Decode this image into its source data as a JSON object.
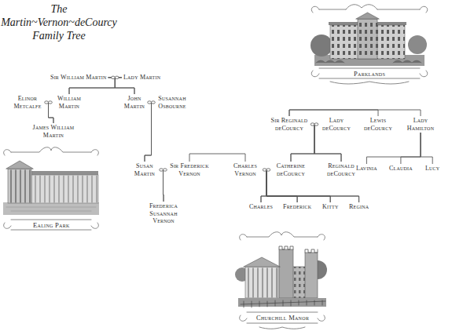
{
  "diagram": {
    "title": "The Martin~Vernon~deCourcy Family Tree",
    "nodes": [
      {
        "text": [
          "Sir William Martin"
        ]
      },
      {
        "text": [
          "Lady Martin"
        ]
      },
      {
        "text": [
          "Elinor Metcalfe"
        ]
      },
      {
        "text": [
          "William Martin"
        ]
      },
      {
        "text": [
          "John Martin"
        ]
      },
      {
        "text": [
          "Susannah Osbourne"
        ]
      },
      {
        "text": [
          "James William Martin"
        ]
      },
      {
        "text": [
          "Susan Martin"
        ]
      },
      {
        "text": [
          "Sir Frederick Vernon"
        ]
      },
      {
        "text": [
          "Frederica Susannah Vernon"
        ]
      },
      {
        "text": [
          "Sir Reginald deCourcy"
        ]
      },
      {
        "text": [
          "Lady deCourcy"
        ]
      },
      {
        "text": [
          "Lewis deCourcy"
        ]
      },
      {
        "text": [
          "Lady Hamilton"
        ]
      },
      {
        "text": [
          "Charles Vernon"
        ]
      },
      {
        "text": [
          "Catherine deCourcy"
        ]
      },
      {
        "text": [
          "Reginald deCourcy"
        ]
      },
      {
        "text": [
          "Lavinia"
        ]
      },
      {
        "text": [
          "Claudia"
        ]
      },
      {
        "text": [
          "Lucy"
        ]
      },
      {
        "text": [
          "Charles"
        ]
      },
      {
        "text": [
          "Frederick"
        ]
      },
      {
        "text": [
          "Kitty"
        ]
      },
      {
        "text": [
          "Regina"
        ]
      }
    ],
    "edges": [
      {
        "from": 0,
        "to": 1,
        "arrow": "none"
      },
      {
        "from": 0,
        "to": 3,
        "arrow": "none"
      },
      {
        "from": 1,
        "to": 3,
        "arrow": "none"
      },
      {
        "from": 0,
        "to": 4,
        "arrow": "none"
      },
      {
        "from": 1,
        "to": 4,
        "arrow": "none"
      },
      {
        "from": 2,
        "to": 3,
        "arrow": "none"
      },
      {
        "from": 2,
        "to": 6,
        "arrow": "none"
      },
      {
        "from": 3,
        "to": 6,
        "arrow": "none"
      },
      {
        "from": 4,
        "to": 5,
        "arrow": "none"
      },
      {
        "from": 4,
        "to": 7,
        "arrow": "none"
      },
      {
        "from": 5,
        "to": 7,
        "arrow": "none"
      },
      {
        "from": 7,
        "to": 8,
        "arrow": "none"
      },
      {
        "from": 7,
        "to": 9,
        "arrow": "none"
      },
      {
        "from": 8,
        "to": 9,
        "arrow": "none"
      },
      {
        "from": 10,
        "to": 11,
        "arrow": "none"
      },
      {
        "from": 10,
        "to": 15,
        "arrow": "none"
      },
      {
        "from": 11,
        "to": 15,
        "arrow": "none"
      },
      {
        "from": 10,
        "to": 16,
        "arrow": "none"
      },
      {
        "from": 11,
        "to": 16,
        "arrow": "none"
      },
      {
        "from": 10,
        "to": 12,
        "arrow": "none"
      },
      {
        "from": 10,
        "to": 13,
        "arrow": "none"
      },
      {
        "from": 13,
        "to": 17,
        "arrow": "none"
      },
      {
        "from": 13,
        "to": 18,
        "arrow": "none"
      },
      {
        "from": 13,
        "to": 19,
        "arrow": "none"
      },
      {
        "from": 8,
        "to": 14,
        "arrow": "none"
      },
      {
        "from": 14,
        "to": 15,
        "arrow": "none"
      },
      {
        "from": 14,
        "to": 20,
        "arrow": "none"
      },
      {
        "from": 15,
        "to": 20,
        "arrow": "none"
      },
      {
        "from": 14,
        "to": 21,
        "arrow": "none"
      },
      {
        "from": 15,
        "to": 21,
        "arrow": "none"
      },
      {
        "from": 14,
        "to": 22,
        "arrow": "none"
      },
      {
        "from": 15,
        "to": 22,
        "arrow": "none"
      },
      {
        "from": 14,
        "to": 23,
        "arrow": "none"
      },
      {
        "from": 15,
        "to": 23,
        "arrow": "none"
      }
    ],
    "labels": [
      "Parklands",
      "Ealing Park",
      "Churchill Manor"
    ]
  }
}
